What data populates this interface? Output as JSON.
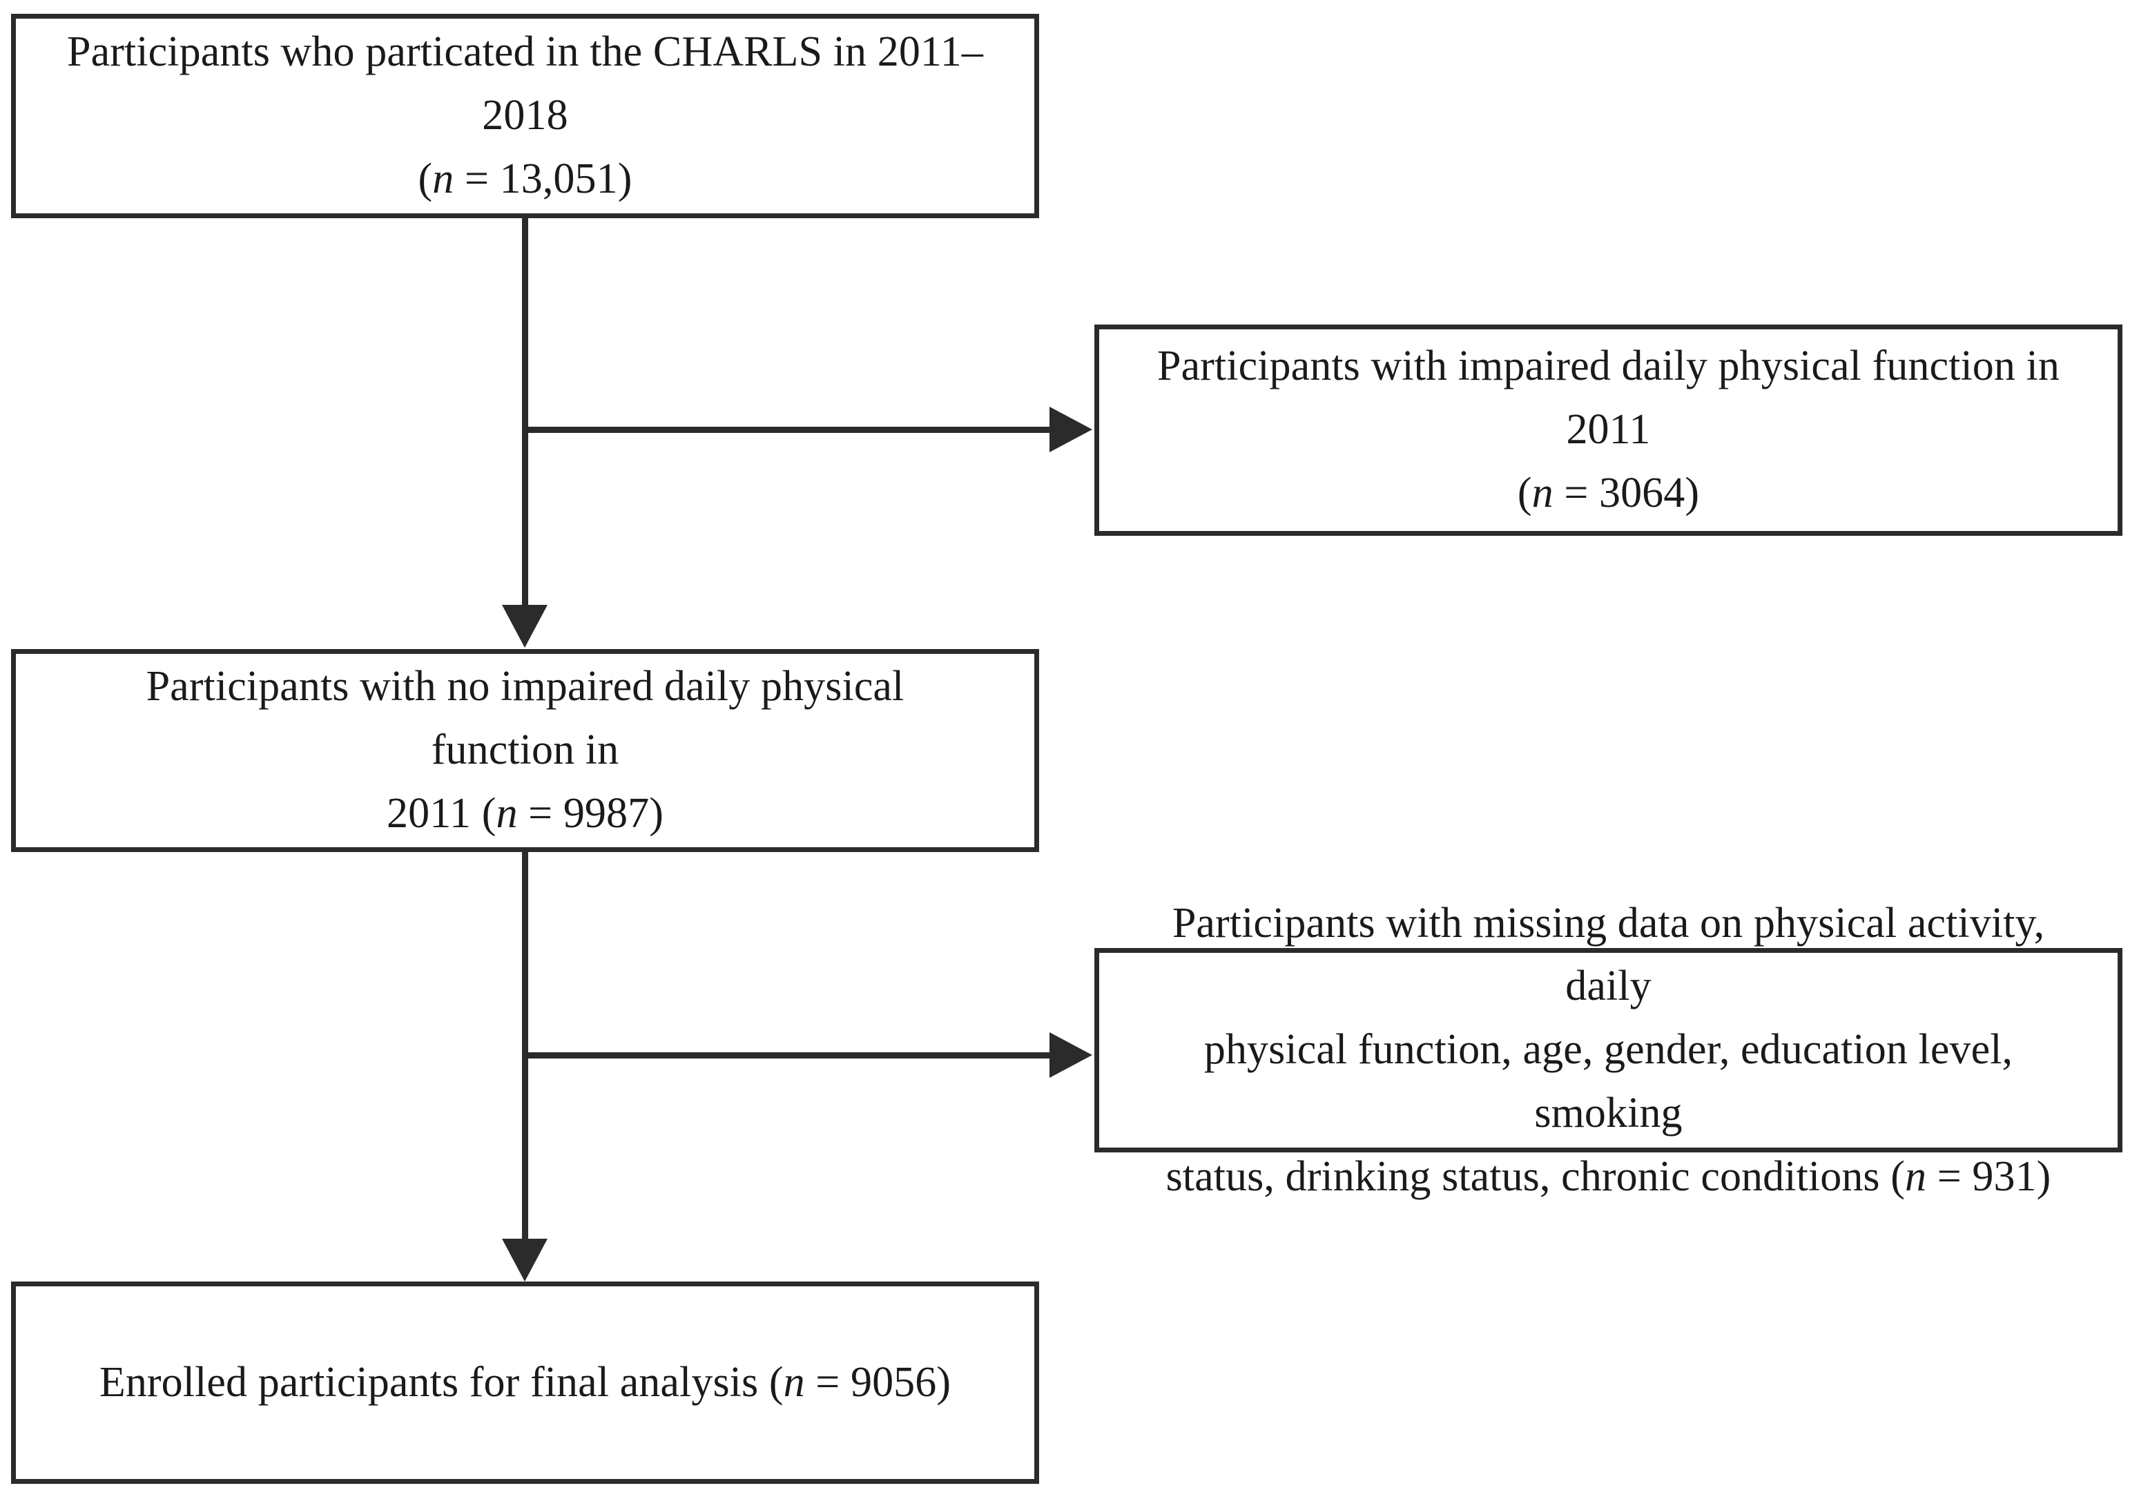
{
  "diagram": {
    "title": "CHARLS participant selection flow diagram",
    "type": "flowchart",
    "orientation": "top-to-bottom with right-side exclusion branches",
    "colors": {
      "box_border": "#2b2b2b",
      "box_fill": "#ffffff",
      "connector": "#2b2b2b",
      "text": "#1a1a1a",
      "background": "#ffffff"
    },
    "boxes": [
      {
        "id": "enrolled-2011-2018",
        "role": "source-population",
        "column": "left",
        "text": "Participants who particated in the CHARLS in 2011–2018\n(n = 13,051)",
        "line1": "Participants who particated in the CHARLS in 2011–2018",
        "line2": "(n = 13,051)",
        "n_label": "n",
        "n_value": "13,051"
      },
      {
        "id": "impaired-2011",
        "role": "exclusion",
        "column": "right",
        "text": "Participants with impaired daily physical function in 2011\n(n = 3064)",
        "line1": "Participants with impaired daily physical function in 2011",
        "line2": "(n = 3064)",
        "n_label": "n",
        "n_value": "3064"
      },
      {
        "id": "no-impaired-2011",
        "role": "eligible-population",
        "column": "left",
        "text": "Participants with no impaired daily physical function in\n2011 (n = 9987)",
        "line1": "Participants with no impaired daily physical function in",
        "line2": "2011 (n = 9987)",
        "n_label": "n",
        "n_value": "9987"
      },
      {
        "id": "missing-data",
        "role": "exclusion",
        "column": "right",
        "text": "Participants with missing data on physical activity, daily\nphysical function, age, gender, education level, smoking\nstatus, drinking status, chronic conditions (n = 931)",
        "line1": "Participants with missing data on physical activity, daily",
        "line2": "physical function, age, gender, education level, smoking",
        "line3": "status, drinking status, chronic conditions (n = 931)",
        "n_label": "n",
        "n_value": "931"
      },
      {
        "id": "final-analysis",
        "role": "final-sample",
        "column": "left",
        "text": "Enrolled participants for final analysis (n = 9056)",
        "line1": "Enrolled participants for final analysis (n = 9056)",
        "n_label": "n",
        "n_value": "9056"
      }
    ],
    "connectors": [
      {
        "id": "spine-1",
        "from": "enrolled-2011-2018",
        "to": "no-impaired-2011",
        "direction": "down",
        "arrowhead": true
      },
      {
        "id": "branch-1",
        "from": "spine-1",
        "to": "impaired-2011",
        "direction": "right",
        "arrowhead": true
      },
      {
        "id": "spine-2",
        "from": "no-impaired-2011",
        "to": "final-analysis",
        "direction": "down",
        "arrowhead": true
      },
      {
        "id": "branch-2",
        "from": "spine-2",
        "to": "missing-data",
        "direction": "right",
        "arrowhead": true
      }
    ]
  }
}
